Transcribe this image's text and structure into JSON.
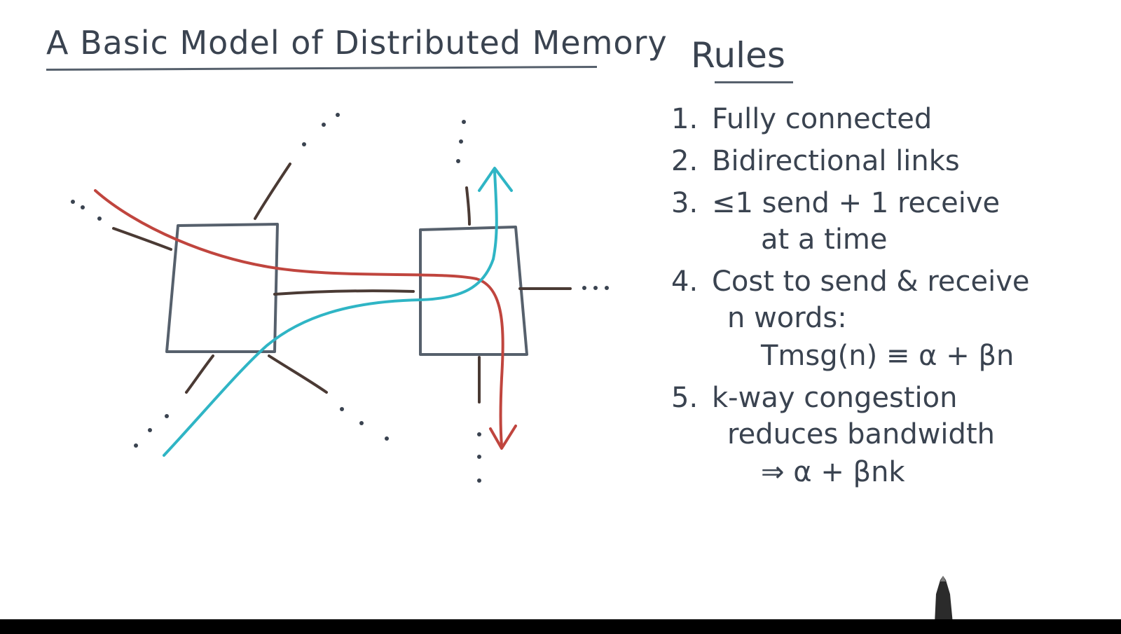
{
  "slide": {
    "title": "A Basic Model of Distributed Memory",
    "rules_heading": "Rules"
  },
  "rules": [
    {
      "number": "1.",
      "text": "Fully connected"
    },
    {
      "number": "2.",
      "text": "Bidirectional links"
    },
    {
      "number": "3.",
      "text": "≤1 send + 1 receive",
      "continuation": "at a time"
    },
    {
      "number": "4.",
      "text": "Cost to send & receive",
      "continuation": "n words:",
      "formula": "Tmsg(n) ≡ α + βn"
    },
    {
      "number": "5.",
      "text": "k-way congestion",
      "continuation": "reduces bandwidth",
      "formula": "⇒ α + βnk"
    }
  ],
  "colors": {
    "ink": "#3a4350",
    "box": "#56606c",
    "link": "#4a3a34",
    "red_path": "#c0453e",
    "cyan_path": "#2fb5c5",
    "background": "#ffffff"
  },
  "icons": [
    "pen-tip-icon"
  ]
}
